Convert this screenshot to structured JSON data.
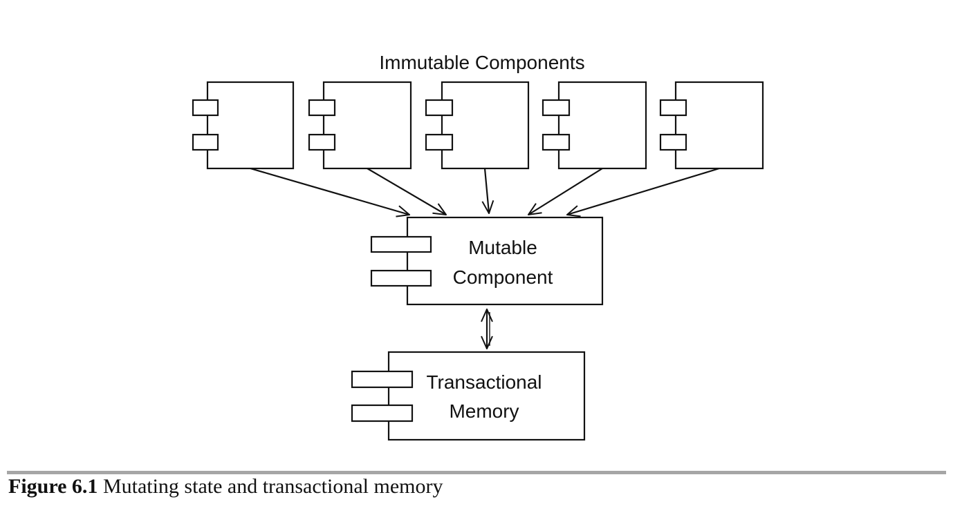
{
  "diagram": {
    "immutable_group_label": "Immutable Components",
    "mutable_component": {
      "line1": "Mutable",
      "line2": "Component"
    },
    "transactional_memory": {
      "line1": "Transactional",
      "line2": "Memory"
    }
  },
  "caption": {
    "figure_number": "Figure 6.1",
    "text": "Mutating state and transactional memory"
  },
  "colors": {
    "stroke": "#111111",
    "caption_rule": "#a6a6a6",
    "background": "#ffffff"
  }
}
